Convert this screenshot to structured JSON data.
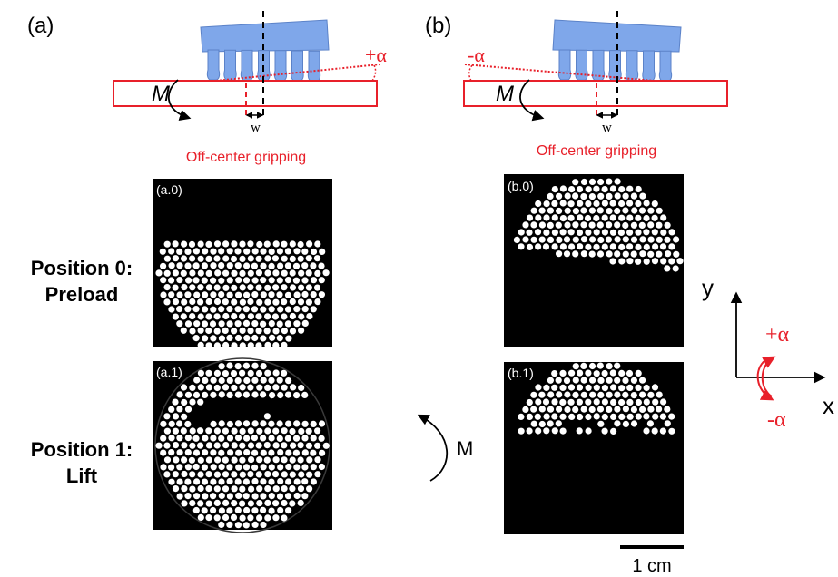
{
  "panels": [
    {
      "tag": "(a)",
      "angle_label": "+α",
      "moment_label": "M",
      "offset_label": "w",
      "caption": "Off-center gripping",
      "images": [
        {
          "tag": "(a.0)"
        },
        {
          "tag": "(a.1)"
        }
      ]
    },
    {
      "tag": "(b)",
      "angle_label": "-α",
      "moment_label": "M",
      "offset_label": "w",
      "caption": "Off-center gripping",
      "images": [
        {
          "tag": "(b.0)"
        },
        {
          "tag": "(b.1)"
        }
      ]
    }
  ],
  "rows": [
    {
      "line1": "Position 0:",
      "line2": "Preload"
    },
    {
      "line1": "Position 1:",
      "line2": "Lift"
    }
  ],
  "moment_arrow_label": "M",
  "axes": {
    "x_label": "x",
    "y_label": "y",
    "plus_alpha": "+α",
    "minus_alpha": "-α"
  },
  "scale_bar": {
    "label": "1 cm"
  },
  "colors": {
    "gripper": "#7fa7ea",
    "gripper_stroke": "#5b82c8",
    "object_outline": "#e8202a",
    "background_images": "#000000",
    "particles": "#ffffff"
  }
}
